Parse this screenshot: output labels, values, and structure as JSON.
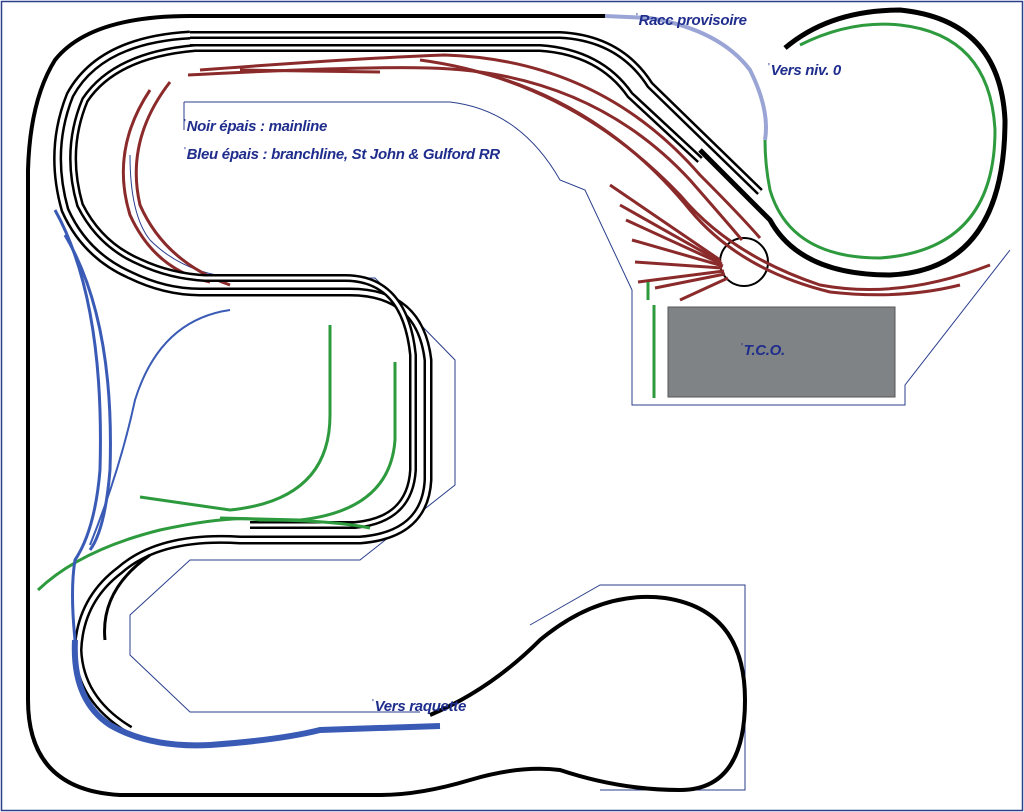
{
  "diagram": {
    "colors": {
      "mainline": "#000000",
      "branchline": "#3a5bb5",
      "yard": "#8b2a2a",
      "secondary": "#2e9a3e",
      "temporary": "#9aa5d6",
      "outline": "#2b3f8c",
      "panel": "#7f8385"
    },
    "labels": {
      "temporary_link": "Racc provisoire",
      "to_level_0": "Vers niv. 0",
      "legend_mainline": "Noir épais : mainline",
      "legend_branchline": "Bleu épais : branchline, St John & Gulford RR",
      "control_panel": "T.C.O.",
      "to_return_loop": "Vers raquette"
    }
  }
}
